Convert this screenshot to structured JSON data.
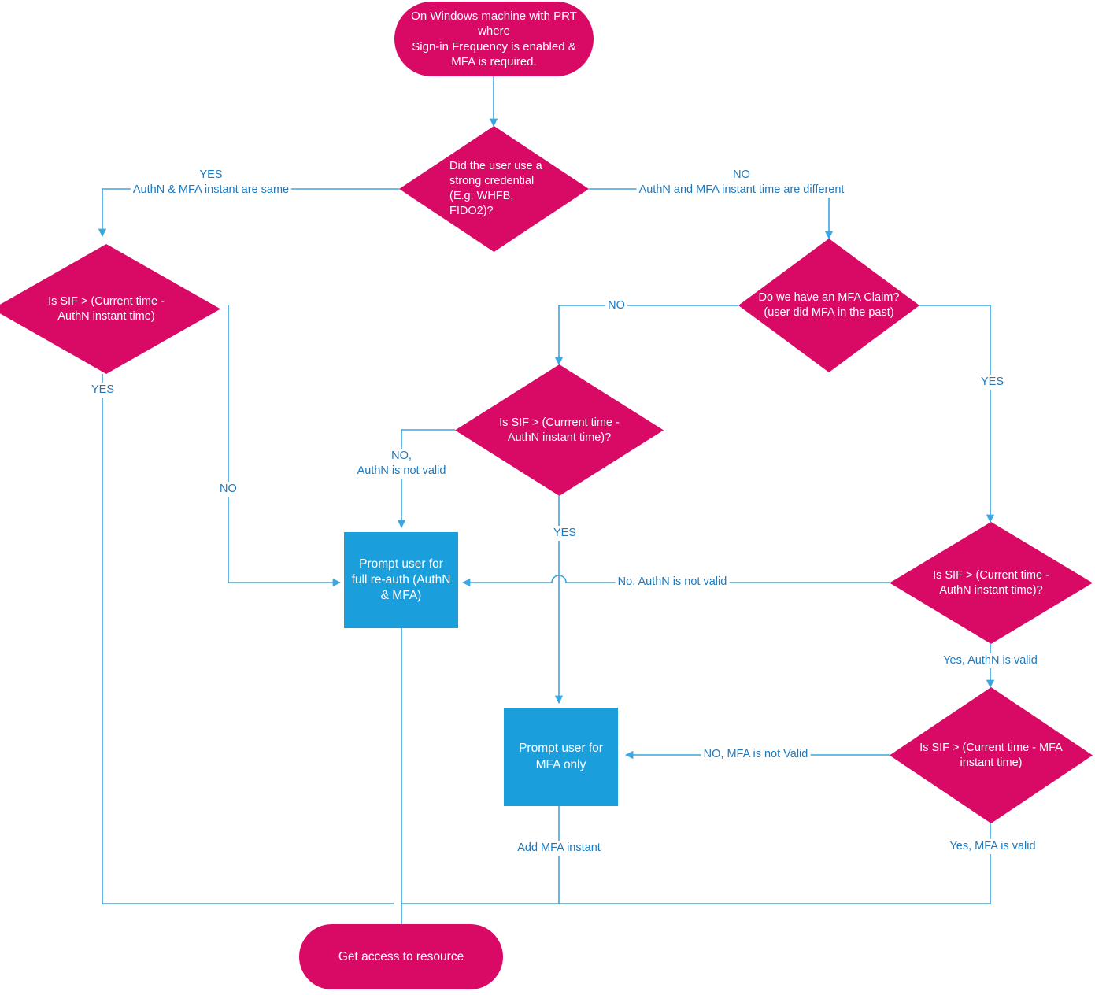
{
  "diagram": {
    "title": "Sign-in Frequency and MFA re-authentication decision flow",
    "colors": {
      "terminator_fill": "#d80a65",
      "decision_fill": "#d80a65",
      "process_fill": "#1a9fdc",
      "connector_line": "#3aa7e0",
      "label_text": "#1e79bd",
      "node_text": "#ffffff",
      "background": "#ffffff"
    },
    "nodes": {
      "start": {
        "type": "terminator",
        "text": "On Windows machine with PRT where\nSign-in Frequency is enabled &\nMFA is required."
      },
      "strong_credential": {
        "type": "decision",
        "text": "Did the user use a\nstrong credential\n(E.g. WHFB,\nFIDO2)?"
      },
      "sif_authn_left": {
        "type": "decision",
        "text": "Is SIF > (Current time -\nAuthN instant time)"
      },
      "mfa_claim": {
        "type": "decision",
        "text": "Do we have an MFA Claim?\n(user did MFA in the past)"
      },
      "sif_authn_middle": {
        "type": "decision",
        "text": "Is SIF > (Currrent time -\nAuthN instant time)?"
      },
      "sif_authn_right": {
        "type": "decision",
        "text": "Is SIF > (Current time -\nAuthN instant time)?"
      },
      "sif_mfa_right": {
        "type": "decision",
        "text": "Is SIF >  (Current time - MFA\ninstant time)"
      },
      "prompt_full_reauth": {
        "type": "process",
        "text": "Prompt user for\nfull re-auth (AuthN\n& MFA)"
      },
      "prompt_mfa_only": {
        "type": "process",
        "text": "Prompt user for\nMFA only"
      },
      "end": {
        "type": "terminator",
        "text": "Get access to resource"
      }
    },
    "edge_labels": {
      "yes_authn_mfa_same": "YES\nAuthN & MFA instant are same",
      "no_authn_mfa_different": "NO\nAuthN and MFA instant time are different",
      "left_yes": "YES",
      "left_no": "NO",
      "claim_no": "NO",
      "claim_yes": "YES",
      "middle_no_authn_not_valid": "NO,\nAuthN is not valid",
      "middle_yes": "YES",
      "right_no_authn_not_valid": "No, AuthN is not valid",
      "right_yes_authn_valid": "Yes, AuthN is valid",
      "right_no_mfa_not_valid": "NO, MFA is not Valid",
      "right_yes_mfa_valid": "Yes, MFA is valid",
      "add_mfa_instant": "Add MFA instant"
    }
  }
}
